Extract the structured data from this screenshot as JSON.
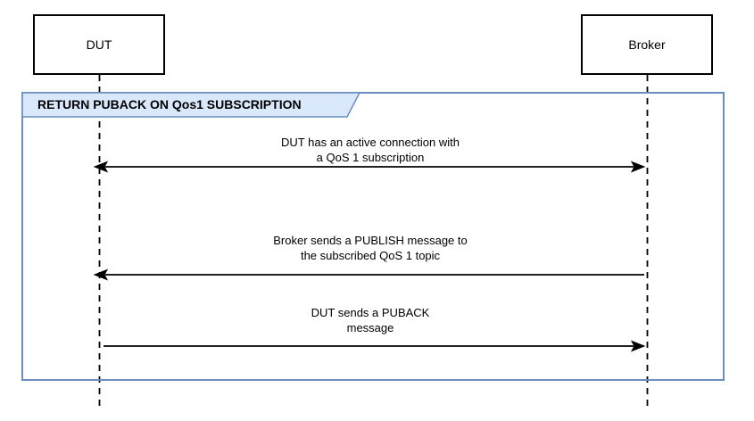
{
  "diagram": {
    "type": "sequence-diagram",
    "frame": {
      "title": "RETURN PUBACK ON Qos1 SUBSCRIPTION"
    },
    "actors": [
      {
        "name": "DUT"
      },
      {
        "name": "Broker"
      }
    ],
    "messages": [
      {
        "from": "DUT",
        "to": "Broker",
        "arrow": "bidirectional",
        "label": "DUT has an active connection with\na QoS 1 subscription"
      },
      {
        "from": "Broker",
        "to": "DUT",
        "arrow": "left",
        "label": "Broker sends a PUBLISH message to\nthe subscribed QoS 1 topic"
      },
      {
        "from": "DUT",
        "to": "Broker",
        "arrow": "right",
        "label": "DUT sends a PUBACK\nmessage"
      }
    ],
    "colors": {
      "frame_border": "#6c8ebf",
      "tab_fill": "#dae8fc",
      "actor_border": "#000000",
      "arrow": "#000000",
      "background": "#ffffff"
    }
  }
}
